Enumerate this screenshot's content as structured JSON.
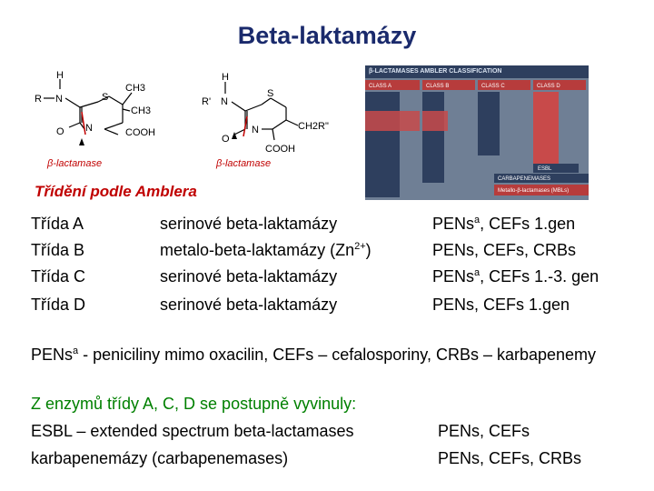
{
  "title": "Beta-laktamázy",
  "structures": {
    "left": {
      "h": "H",
      "r": "R",
      "n": "N",
      "s": "S",
      "ch3a": "CH3",
      "ch3b": "CH3",
      "o": "O",
      "n2": "N",
      "cooh": "COOH",
      "caption": "β-lactamase"
    },
    "right": {
      "h": "H",
      "r": "R'",
      "n": "N",
      "s": "S",
      "o": "O",
      "n2": "N",
      "ch2r": "CH2R\"",
      "cooh": "COOH",
      "caption": "β-lactamase"
    }
  },
  "classification_image": {
    "header": "β-LACTAMASES AMBLER CLASSIFICATION",
    "class_a": "CLASS A",
    "class_b": "CLASS B",
    "class_c": "CLASS C",
    "class_d": "CLASS D",
    "esbl": "ESBL",
    "carbapenemases": "CARBAPENEMASES",
    "mbl": "Metallo-β-lactamases (MBLs)"
  },
  "ambler_title": "Třídění podle Amblera",
  "classes": [
    {
      "name": "Třída A",
      "type": "serinové beta-laktamázy",
      "type_sup": "",
      "sub": "PENs",
      "sub_sup": "a",
      "sub_rest": ", CEFs 1.gen"
    },
    {
      "name": "Třída B",
      "type": "metalo-beta-laktamázy (Zn",
      "type_sup": "2+",
      "type_after": ")",
      "sub": "PENs, CEFs, CRBs",
      "sub_sup": "",
      "sub_rest": ""
    },
    {
      "name": "Třída C",
      "type": "serinové beta-laktamázy",
      "type_sup": "",
      "sub": "PENs",
      "sub_sup": "a",
      "sub_rest": ", CEFs 1.-3. gen"
    },
    {
      "name": "Třída D",
      "type": "serinové beta-laktamázy",
      "type_sup": "",
      "sub": "PENs, CEFs 1.gen",
      "sub_sup": "",
      "sub_rest": ""
    }
  ],
  "note": {
    "pens": "PENs",
    "sup": "a",
    "rest": " - peniciliny mimo oxacilin, CEFs – cefalosporiny, CRBs – karbapenemy"
  },
  "evolution": "Z enzymů třídy A, C, D se postupně vyvinuly:",
  "esbl": {
    "left": "ESBL – extended spectrum beta-lactamases",
    "right": "PENs, CEFs"
  },
  "carba": {
    "left": "karbapenemázy (carbapenemases)",
    "right": "PENs, CEFs, CRBs"
  }
}
